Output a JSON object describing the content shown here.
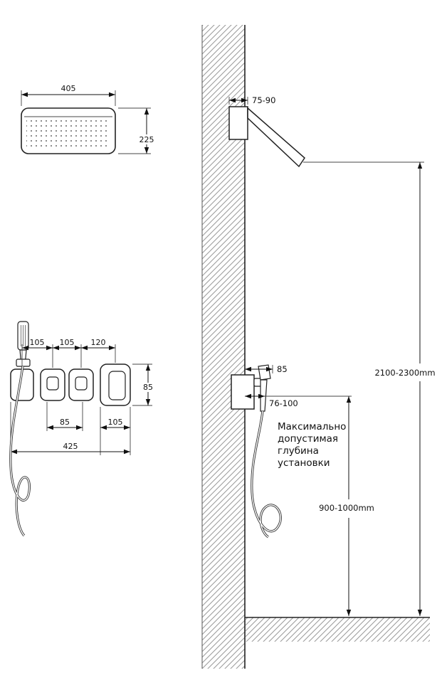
{
  "front_view": {
    "dim_width": "405",
    "dim_height": "225"
  },
  "panel_view": {
    "dim_spacing_1": "105",
    "dim_spacing_2": "105",
    "dim_spacing_3": "120",
    "dim_panel_height": "85",
    "dim_square_width": "85",
    "dim_lever_width": "105",
    "dim_total_width": "425"
  },
  "side_view": {
    "dim_arm_offset": "75-90",
    "dim_head_offset": "85",
    "dim_box_depth": "76-100",
    "dim_total_height": "2100-2300mm",
    "dim_mixer_height": "900-1000mm",
    "note_line1": "Максимально",
    "note_line2": "допустимая",
    "note_line3": "глубина",
    "note_line4": "установки"
  }
}
